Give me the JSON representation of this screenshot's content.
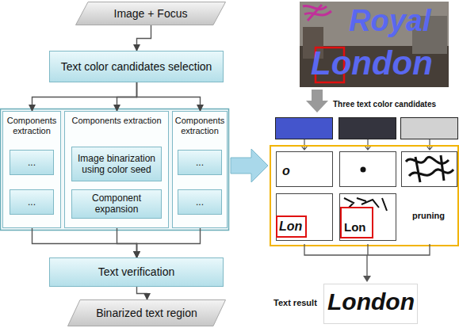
{
  "diagram": {
    "nodes": [
      {
        "text": [
          "Image + Focus"
        ]
      },
      {
        "text": [
          "Text color candidates selection"
        ]
      },
      {
        "text": [
          "Components extraction"
        ]
      },
      {
        "text": [
          "..."
        ],
        "in": 2
      },
      {
        "text": [
          "..."
        ],
        "in": 2
      },
      {
        "text": [
          "Components extraction"
        ]
      },
      {
        "text": [
          "Image binarization using color seed"
        ],
        "in": 5
      },
      {
        "text": [
          "Component expansion"
        ],
        "in": 5
      },
      {
        "text": [
          "Components extraction"
        ]
      },
      {
        "text": [
          "..."
        ],
        "in": 8
      },
      {
        "text": [
          "..."
        ],
        "in": 8
      },
      {
        "text": [
          "Text verification"
        ]
      },
      {
        "text": [
          "Binarized text region"
        ]
      }
    ],
    "edges": [
      {
        "from": 0,
        "to": 1,
        "arrow": "to"
      },
      {
        "from": 1,
        "to": 2,
        "arrow": "to"
      },
      {
        "from": 1,
        "to": 5,
        "arrow": "to"
      },
      {
        "from": 1,
        "to": 8,
        "arrow": "to"
      },
      {
        "from": 2,
        "to": 11,
        "arrow": "to"
      },
      {
        "from": 5,
        "to": 11,
        "arrow": "to"
      },
      {
        "from": 8,
        "to": 11,
        "arrow": "to"
      },
      {
        "from": 11,
        "to": 12,
        "arrow": "to"
      }
    ],
    "labels": [
      "Royal",
      "London",
      "Three text color candidates",
      "o",
      "Lon",
      "Lon",
      "pruning",
      "Text result",
      "London"
    ]
  }
}
